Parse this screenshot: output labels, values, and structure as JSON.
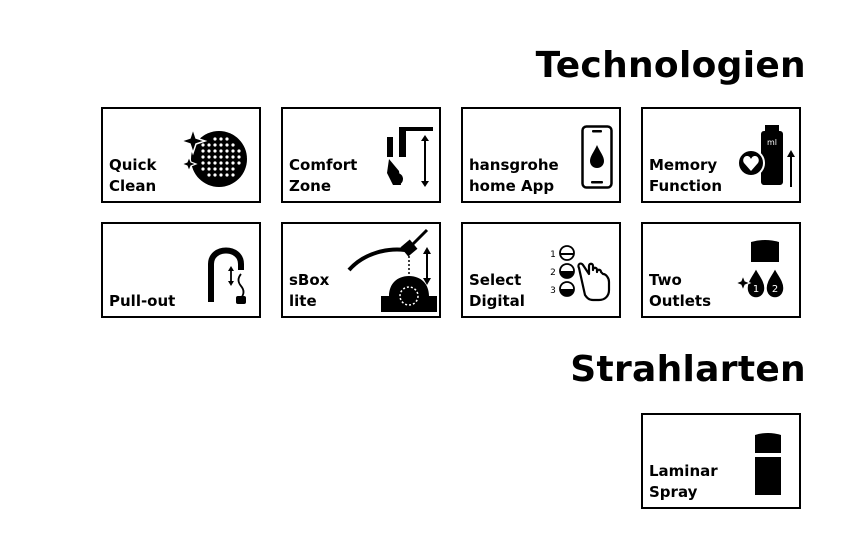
{
  "colors": {
    "ink": "#000000",
    "background": "#ffffff"
  },
  "sections": {
    "technologies_title": "Technologien",
    "spray_types_title": "Strahlarten"
  },
  "technologies": [
    {
      "icon": "quick-clean-icon",
      "lines": [
        "Quick",
        "Clean"
      ]
    },
    {
      "icon": "comfort-zone-icon",
      "lines": [
        "Comfort",
        "Zone"
      ]
    },
    {
      "icon": "smartphone-drop-icon",
      "lines": [
        "hansgrohe",
        "home App"
      ]
    },
    {
      "icon": "memory-function-icon",
      "lines": [
        "Memory",
        "Function"
      ],
      "icon_text": "ml"
    },
    {
      "icon": "pull-out-icon",
      "lines": [
        "Pull-out"
      ]
    },
    {
      "icon": "sbox-lite-icon",
      "lines": [
        "sBox",
        "lite"
      ]
    },
    {
      "icon": "select-digital-icon",
      "lines": [
        "Select",
        "Digital"
      ],
      "icon_numbers": [
        "1",
        "2",
        "3"
      ]
    },
    {
      "icon": "two-outlets-icon",
      "lines": [
        "Two",
        "Outlets"
      ],
      "icon_numbers": [
        "1",
        "2"
      ]
    }
  ],
  "spray_types": [
    {
      "icon": "laminar-spray-icon",
      "lines": [
        "Laminar",
        "Spray"
      ]
    }
  ]
}
